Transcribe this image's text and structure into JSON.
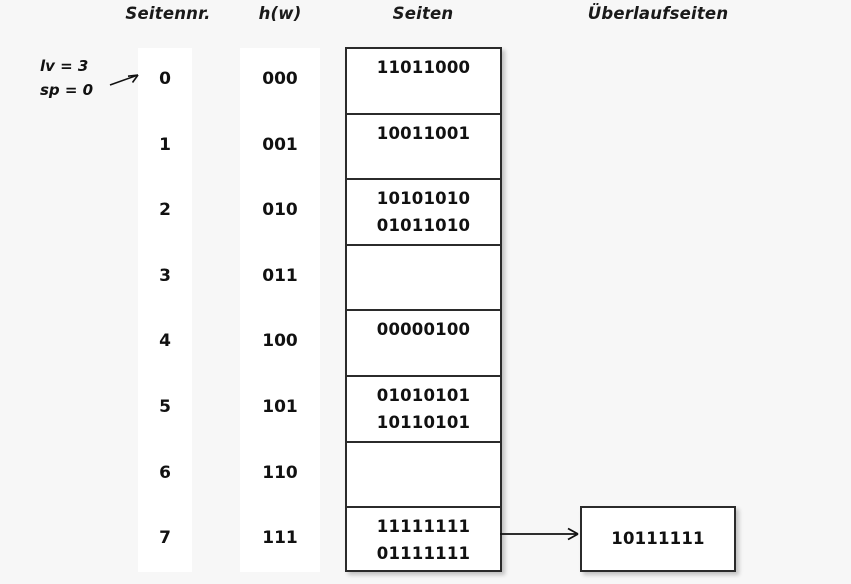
{
  "headers": {
    "seitennr": "Seitennr.",
    "hw": "h(w)",
    "seiten": "Seiten",
    "ueberlaufseiten": "Überlaufseiten"
  },
  "annotation": {
    "lv": "lv = 3",
    "sp": "sp = 0",
    "arrow_icon": "arrow-right-icon"
  },
  "rows": [
    {
      "seitennr": "0",
      "hw": "000",
      "entries": [
        "11011000"
      ]
    },
    {
      "seitennr": "1",
      "hw": "001",
      "entries": [
        "10011001"
      ]
    },
    {
      "seitennr": "2",
      "hw": "010",
      "entries": [
        "10101010",
        "01011010"
      ]
    },
    {
      "seitennr": "3",
      "hw": "011",
      "entries": []
    },
    {
      "seitennr": "4",
      "hw": "100",
      "entries": [
        "00000100"
      ]
    },
    {
      "seitennr": "5",
      "hw": "101",
      "entries": [
        "01010101",
        "10110101"
      ]
    },
    {
      "seitennr": "6",
      "hw": "110",
      "entries": []
    },
    {
      "seitennr": "7",
      "hw": "111",
      "entries": [
        "11111111",
        "01111111"
      ]
    }
  ],
  "overflow": {
    "entries": [
      "10111111"
    ],
    "from_row": "7",
    "connector_icon": "arrow-right-icon"
  },
  "colors": {
    "background": "#f7f7f7",
    "band": "#ffffff",
    "border": "#2b2b2b",
    "text": "#111111"
  }
}
